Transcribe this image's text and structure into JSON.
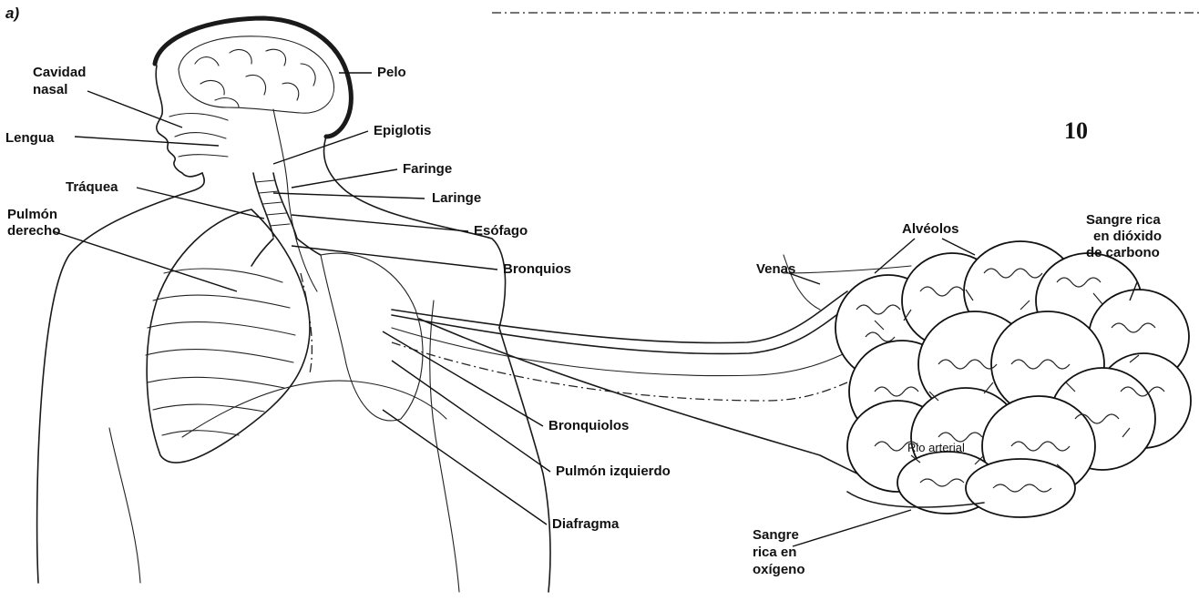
{
  "panel_label": "a)",
  "page_number": "10",
  "labels": {
    "cavidad_nasal_1": "Cavidad",
    "cavidad_nasal_2": "nasal",
    "lengua": "Lengua",
    "traquea": "Tráquea",
    "pulmon_derecho_1": "Pulmón",
    "pulmon_derecho_2": "derecho",
    "pelo": "Pelo",
    "epiglotis": "Epiglotis",
    "faringe": "Faringe",
    "laringe": "Laringe",
    "esofago": "Esófago",
    "bronquios": "Bronquios",
    "bronquiolos": "Bronquiolos",
    "pulmon_izquierdo": "Pulmón izquierdo",
    "diafragma": "Diafragma",
    "alveolos": "Alvéolos",
    "venas": "Venas",
    "sangre_co2_1": "Sangre rica",
    "sangre_co2_2": "en dióxido",
    "sangre_co2_3": "de carbono",
    "sangre_o2_1": "Sangre",
    "sangre_o2_2": "rica en",
    "sangre_o2_3": "oxígeno",
    "arteria": "Rio arterial"
  }
}
